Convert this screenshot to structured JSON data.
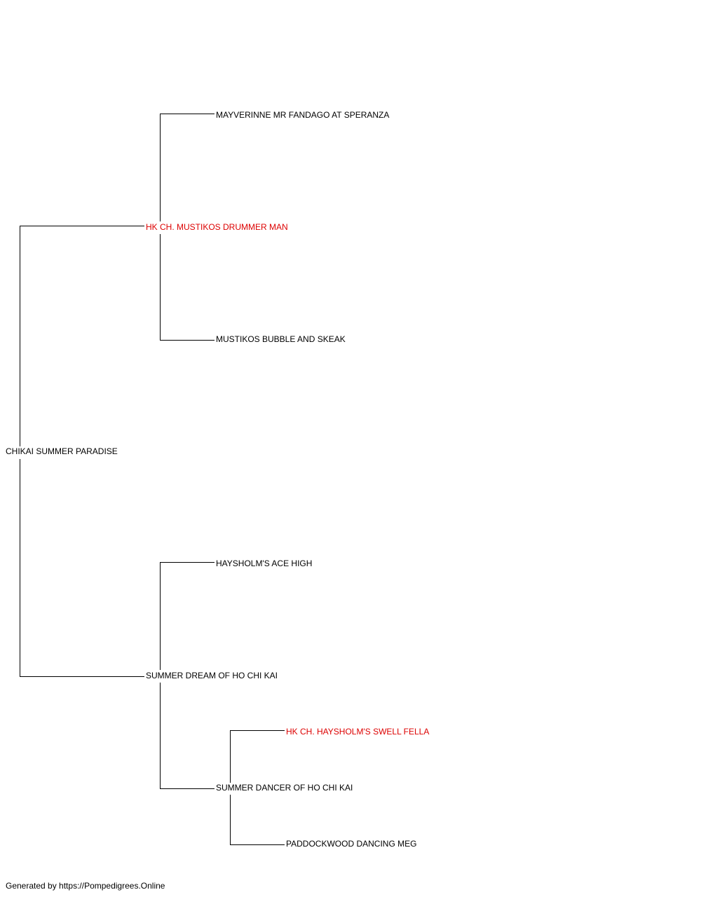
{
  "colors": {
    "line": "#000000",
    "normal_text": "#000000",
    "champion_text": "#dd0000"
  },
  "pedigree": {
    "subject": {
      "name": "CHIKAI SUMMER PARADISE",
      "champion": false
    },
    "sire": {
      "name": "HK CH. MUSTIKOS DRUMMER MAN",
      "champion": true
    },
    "sire_sire": {
      "name": "MAYVERINNE MR FANDAGO AT SPERANZA",
      "champion": false
    },
    "sire_dam": {
      "name": "MUSTIKOS BUBBLE AND SKEAK",
      "champion": false
    },
    "dam": {
      "name": "SUMMER DREAM OF HO CHI KAI",
      "champion": false
    },
    "dam_sire": {
      "name": "HAYSHOLM'S ACE HIGH",
      "champion": false
    },
    "dam_dam": {
      "name": "SUMMER DANCER OF HO CHI KAI",
      "champion": false
    },
    "dam_dam_sire": {
      "name": "HK CH. HAYSHOLM'S SWELL FELLA",
      "champion": true
    },
    "dam_dam_dam": {
      "name": "PADDOCKWOOD DANCING MEG",
      "champion": false
    }
  },
  "footer": {
    "text": "Generated by https://Pompedigrees.Online"
  }
}
